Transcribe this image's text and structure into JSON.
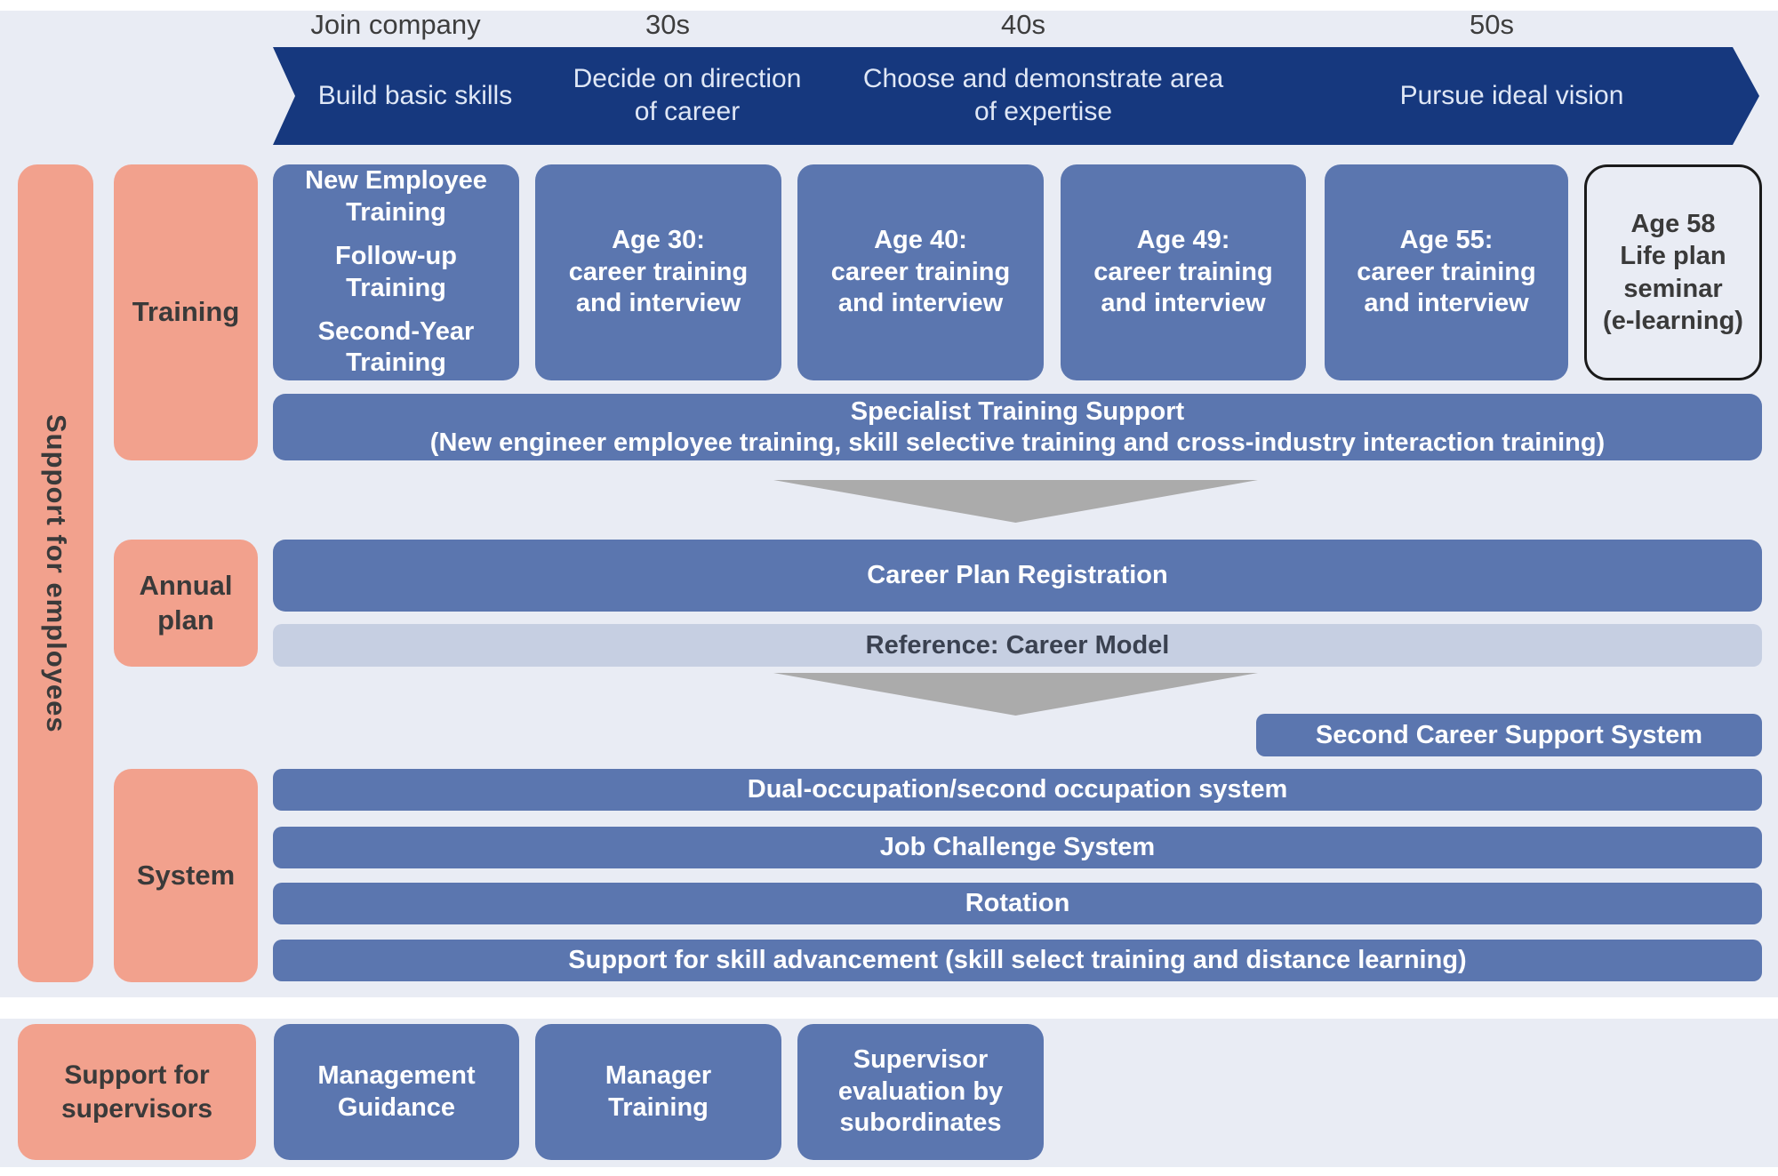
{
  "colors": {
    "background": "#e9ecf4",
    "navy_arrow": "#16387e",
    "blue_box": "#5b76af",
    "light_reference_bar": "#c6cfe2",
    "salmon_box": "#f2a18d",
    "gray_arrow": "#ababab",
    "dark_text": "#3a3a3a",
    "white_text": "#ffffff"
  },
  "timeline": {
    "age_labels": [
      "Join company",
      "30s",
      "40s",
      "50s"
    ],
    "stages": [
      {
        "line1": "Build basic skills",
        "line2": ""
      },
      {
        "line1": "Decide on direction",
        "line2": "of career"
      },
      {
        "line1": "Choose and demonstrate area",
        "line2": "of expertise"
      },
      {
        "line1": "Pursue ideal vision",
        "line2": ""
      }
    ]
  },
  "left_rail": {
    "label": "Support for employees"
  },
  "categories": {
    "training": "Training",
    "annual_plan": "Annual plan",
    "system": "System"
  },
  "training_row": {
    "first_box": {
      "items": [
        "New Employee Training",
        "Follow-up Training",
        "Second-Year Training"
      ]
    },
    "age_boxes": [
      {
        "title": "Age 30:",
        "body": "career training and interview"
      },
      {
        "title": "Age 40:",
        "body": "career training and interview"
      },
      {
        "title": "Age 49:",
        "body": "career training and interview"
      },
      {
        "title": "Age 55:",
        "body": "career training and interview"
      }
    ],
    "life_plan_box": {
      "line1": "Age 58",
      "line2": "Life plan seminar",
      "line3": "(e-learning)"
    }
  },
  "specialist_bar": {
    "line1": "Specialist Training Support",
    "line2": "(New engineer employee training, skill selective training and cross-industry interaction training)"
  },
  "annual_plan": {
    "career_plan": "Career Plan Registration",
    "reference": "Reference: Career Model"
  },
  "second_career_bar": "Second Career Support System",
  "system_bars": [
    "Dual-occupation/second occupation system",
    "Job Challenge System",
    "Rotation",
    "Support for skill advancement (skill select training and distance learning)"
  ],
  "supervisors": {
    "label": "Support for supervisors",
    "boxes": [
      "Management Guidance",
      "Manager Training",
      "Supervisor evaluation by subordinates"
    ]
  }
}
